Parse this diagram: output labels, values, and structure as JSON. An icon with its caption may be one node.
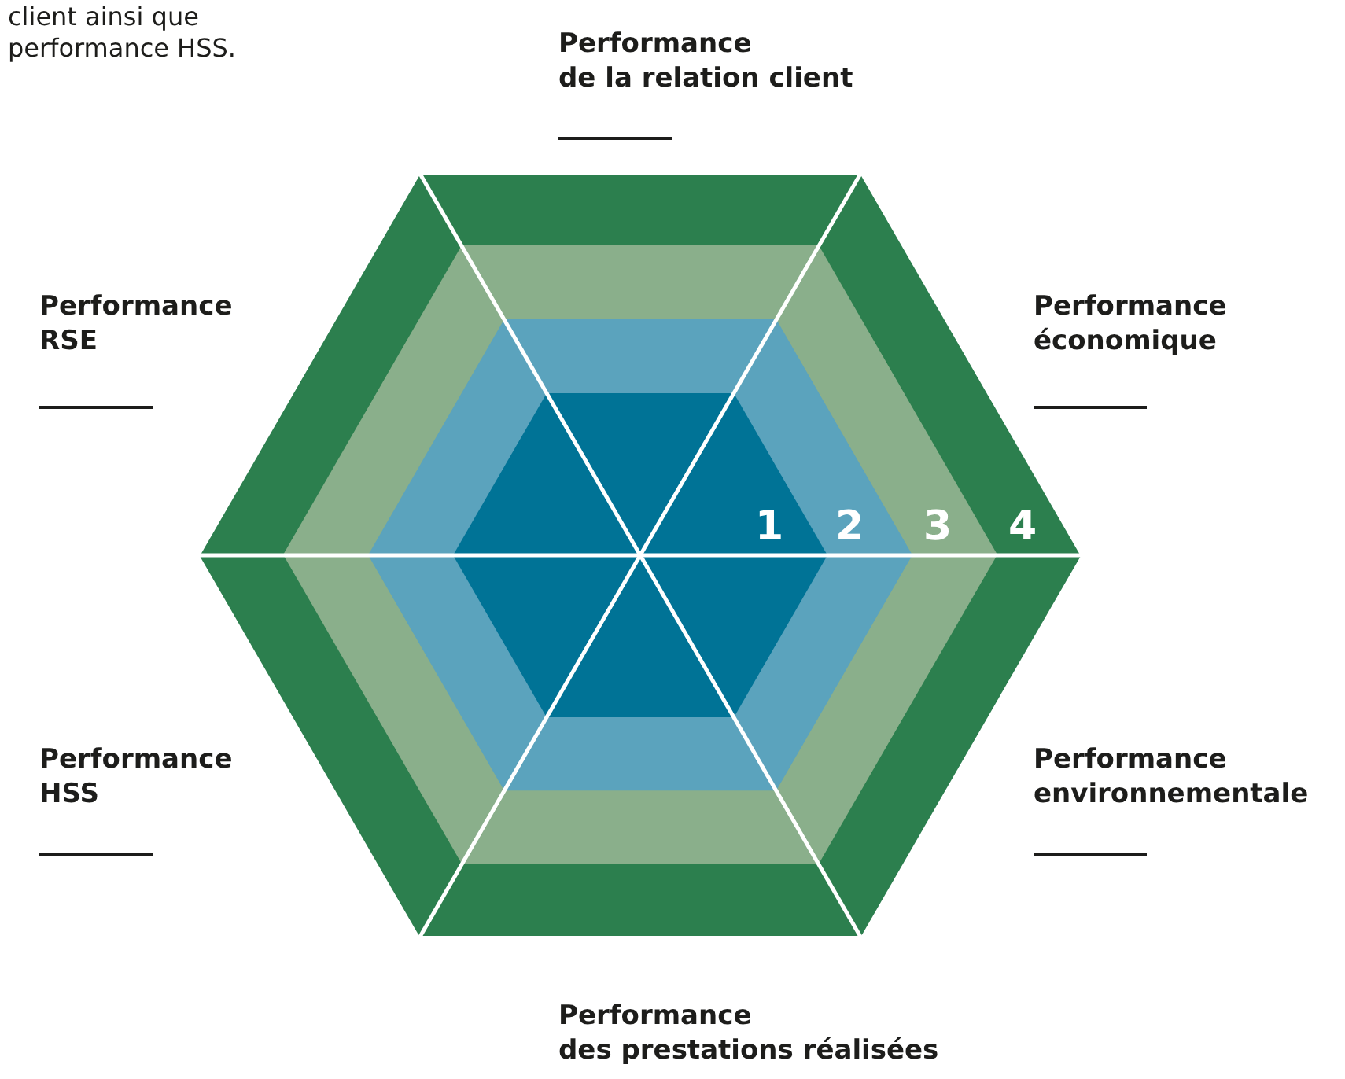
{
  "diagram": {
    "nodes": [
      {
        "text": [
          "4"
        ]
      },
      {
        "text": [
          "3"
        ],
        "in": 0
      },
      {
        "text": [
          "2"
        ],
        "in": 1
      },
      {
        "text": [
          "1"
        ],
        "in": 2
      }
    ],
    "labels": [
      "client ainsi que",
      "performance HSS.",
      "Performance",
      "de la relation client",
      "Performance",
      "RSE",
      "Performance",
      "économique",
      "Performance",
      "HSS",
      "Performance",
      "environnementale",
      "Performance",
      "des prestations réalisées"
    ]
  }
}
